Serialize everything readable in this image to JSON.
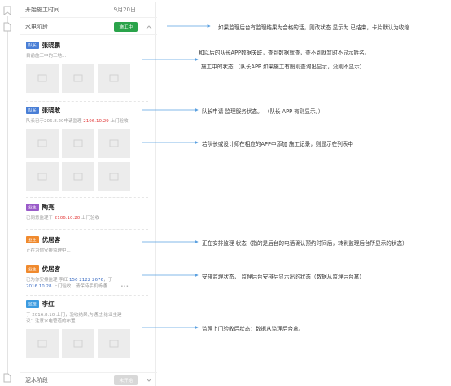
{
  "timeline": {
    "start_row": {
      "label": "开始施工时间",
      "date": "9月20日"
    },
    "stage1": {
      "label": "水电阶段",
      "status": "施工中"
    },
    "stage2": {
      "label": "泥木阶段",
      "status": "未开始"
    }
  },
  "entries": [
    {
      "role": "队长",
      "name": "张晓鹏",
      "desc": "目前施工中的工地…"
    },
    {
      "role": "队长",
      "name": "张晓敢",
      "desc_pre": "队长已于206.8.20申请监理",
      "desc_red": "2106.10.29",
      "desc_post": "上门验收"
    },
    {
      "role": "业主",
      "name": "陶亮",
      "desc_pre": "已同意监理于",
      "desc_red": "2106.10.20",
      "desc_post": "上门验收"
    },
    {
      "role": "业主",
      "name": "优居客",
      "desc": "正在为你安排监理中..."
    },
    {
      "role": "业主",
      "name": "优居客",
      "desc_line1_pre": "已为你安排监理",
      "desc_line1_mid": "李红",
      "desc_line1_phone": "156  2122  2676",
      "desc_line1_post": "，于",
      "desc_line2_date": "2016.10.28",
      "desc_line2_post": "上门验收，请保持手机畅通...",
      "more": "•••"
    },
    {
      "role": "监理",
      "name": "李红",
      "desc_line1": "于 2016.8.10 上门，验收结果,为通过,给业主建",
      "desc_line2": "议：注意水电管道的布置"
    }
  ],
  "annotations": {
    "a1": "如果监理后台有监理结果为合格的话，则改状态 显示为 已结束，卡片默认为收缩",
    "a2": "和以后的队长APP数据关联，查到数据就查，查不到就暂时不显示姓名。",
    "a3": "施工中的状态 （队长APP 如果施工有图则查询出显示，没则不显示）",
    "a4": "队长申请 监理服务状态。  （队长 APP 有则显示。）",
    "a5": "若队长或设计师在相应的APP中添加 施工记录，则显示在列表中",
    "a6": "正在安排监理 状态（指的是后台的电话确认预约时间后，转到监理后台所显示的状态）",
    "a7": "安排监理状态，  监理后台安排后显示出的状态（数据从监理后台拿）",
    "a8": "监理上门验收后状态：数据从监理后台拿。"
  },
  "colors": {
    "status_green": "#2aa34a",
    "highlight_red": "#e23b3b",
    "arrow_blue": "#5aa0e0"
  }
}
